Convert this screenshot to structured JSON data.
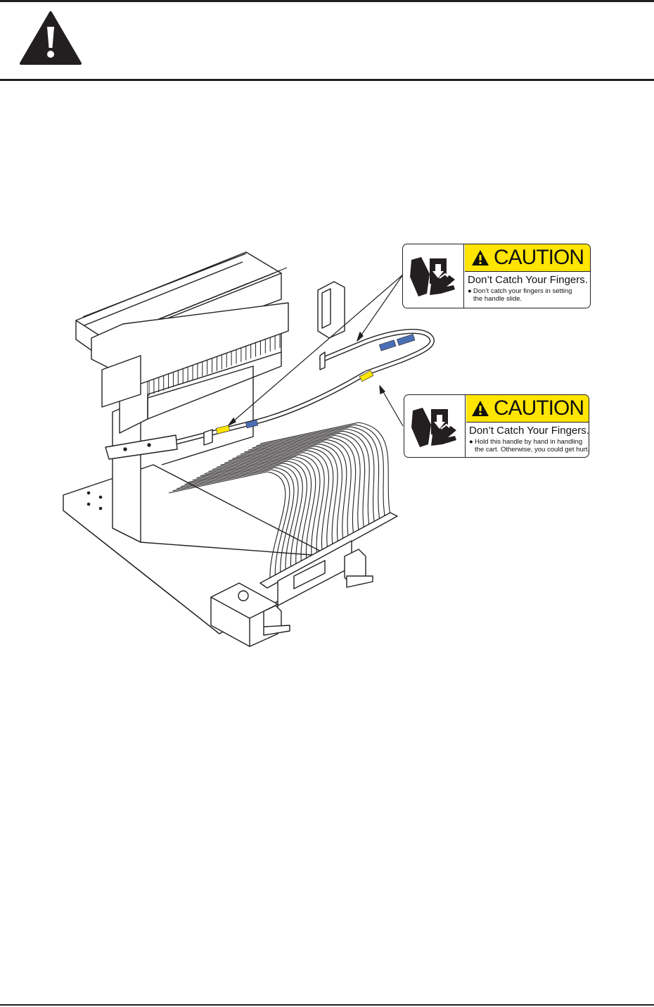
{
  "header": {
    "icon": "warning-triangle-icon",
    "text_color": "#231f20"
  },
  "labels": [
    {
      "banner": "CAUTION",
      "subtitle": "Don’t  Catch Your Fingers.",
      "bullet_line1": "Don’t catch your fingers in setting",
      "bullet_line2": "the handle slide.",
      "icon": "finger-pinch-icon",
      "banner_color": "#ffe500"
    },
    {
      "banner": "CAUTION",
      "subtitle": "Don’t  Catch Your Fingers.",
      "bullet_line1": "Hold this handle by hand in handling",
      "bullet_line2": "the cart. Otherwise, you could get hurt.",
      "icon": "finger-pinch-icon",
      "banner_color": "#ffe500"
    }
  ]
}
